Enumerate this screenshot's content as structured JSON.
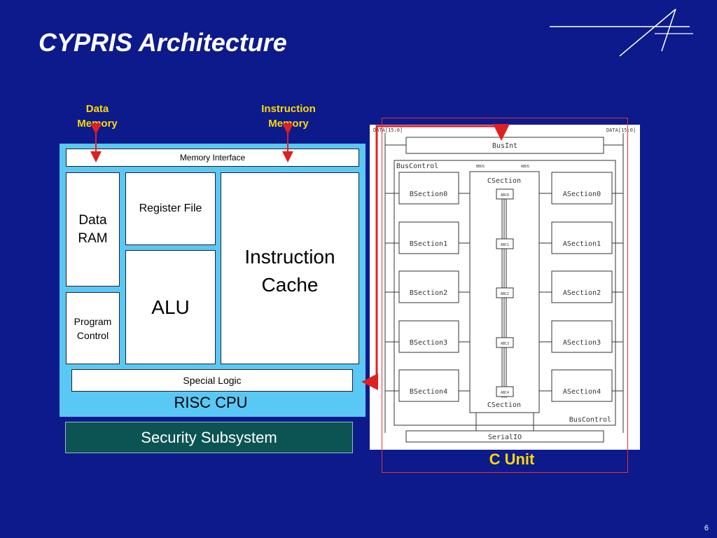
{
  "slide": {
    "title": "CYPRIS Architecture",
    "page_number": "6"
  },
  "memories": {
    "data_memory_line1": "Data",
    "data_memory_line2": "Memory",
    "instruction_memory_line1": "Instruction",
    "instruction_memory_line2": "Memory"
  },
  "risc_cpu": {
    "label": "RISC CPU",
    "memory_interface": "Memory Interface",
    "data_ram_line1": "Data",
    "data_ram_line2": "RAM",
    "register_file": "Register File",
    "instruction_cache_line1": "Instruction",
    "instruction_cache_line2": "Cache",
    "alu": "ALU",
    "program_control_line1": "Program",
    "program_control_line2": "Control",
    "special_logic": "Special Logic"
  },
  "security_subsystem": "Security Subsystem",
  "c_unit": {
    "label": "C Unit",
    "data_bus_left": "DATA[15:0]",
    "data_bus_right": "DATA[15:0]",
    "bus_int": "BusInt",
    "bus_control_top": "BusControl",
    "bus_control_bottom": "BusControl",
    "bbus": "BBUS",
    "abus": "ABUS",
    "csection_top": "CSection",
    "csection_bottom": "CSection",
    "serial_io": "SerialIO",
    "b_sections": [
      "BSection0",
      "BSection1",
      "BSection2",
      "BSection3",
      "BSection4"
    ],
    "a_sections": [
      "ASection0",
      "ASection1",
      "ASection2",
      "ASection3",
      "ASection4"
    ],
    "abc_blocks": [
      "ABC0",
      "ABC1",
      "ABC2",
      "ABC3",
      "ABC4"
    ]
  },
  "colors": {
    "background": "#0c1a8c",
    "risc_cpu_fill": "#5ac8f5",
    "security_fill": "#0b5453",
    "highlight_text": "#ffd800",
    "arrow_red": "#e02020"
  }
}
